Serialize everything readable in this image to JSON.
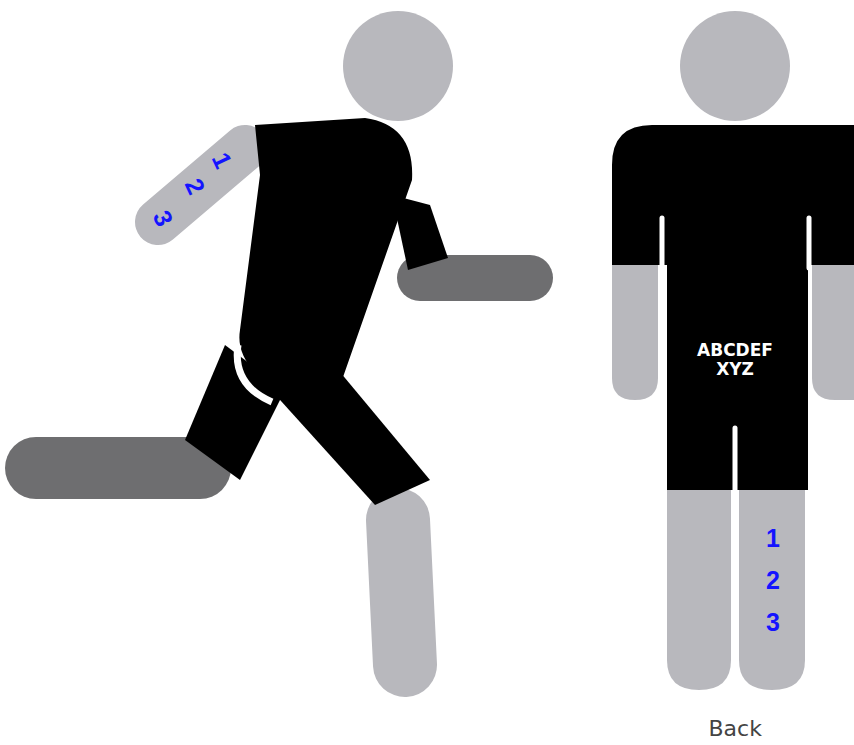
{
  "diagram": {
    "labels": [
      "1",
      "2",
      "3",
      "ABCDEF XYZ",
      "1",
      "2",
      "3",
      "Back"
    ]
  }
}
